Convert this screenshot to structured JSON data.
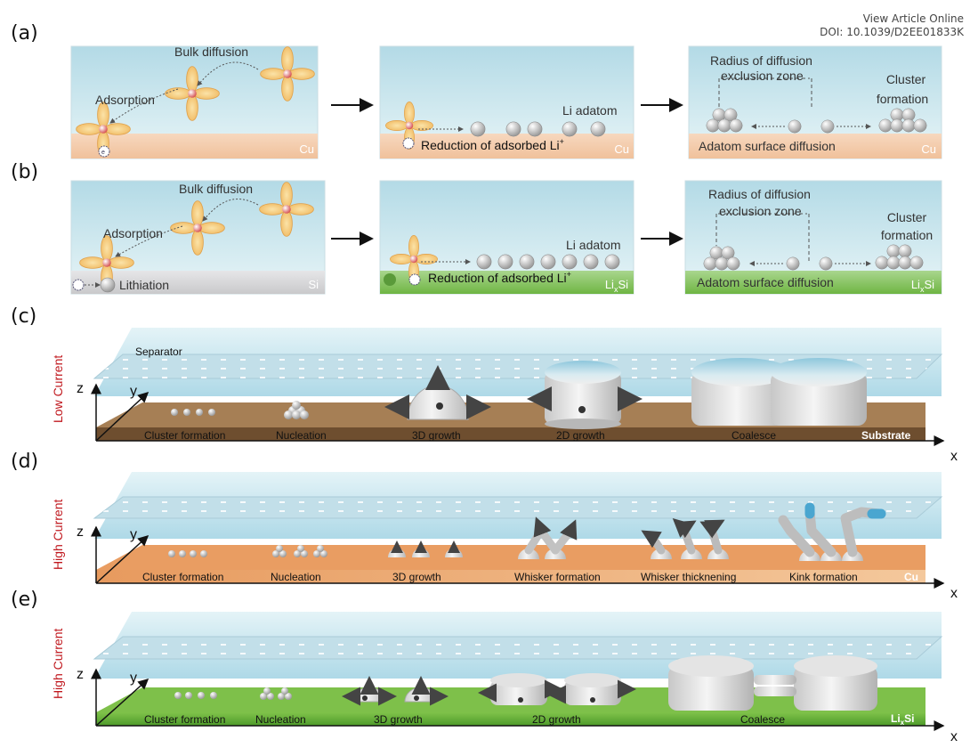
{
  "header": {
    "view_article": "View Article Online",
    "doi": "DOI: 10.1039/D2EE01833K"
  },
  "panels": {
    "a": {
      "letter": "(a)",
      "box1": {
        "bulk": "Bulk diffusion",
        "adsorption": "Adsorption",
        "substrate": "Cu"
      },
      "box2": {
        "adatom": "Li adatom",
        "reduction": "Reduction of adsorbed Li",
        "plus": "+",
        "substrate": "Cu"
      },
      "box3": {
        "radius1": "Radius of diffusion",
        "radius2": "exclusion zone",
        "cluster1": "Cluster",
        "cluster2": "formation",
        "surface": "Adatom surface diffusion",
        "substrate": "Cu"
      }
    },
    "b": {
      "letter": "(b)",
      "box1": {
        "bulk": "Bulk diffusion",
        "adsorption": "Adsorption",
        "lithiation": "Lithiation",
        "substrate": "Si"
      },
      "box2": {
        "adatom": "Li adatom",
        "reduction": "Reduction of adsorbed Li",
        "plus": "+",
        "sub_li": "Li",
        "sub_x": "x",
        "sub_si": "Si"
      },
      "box3": {
        "radius1": "Radius of diffusion",
        "radius2": "exclusion zone",
        "cluster1": "Cluster",
        "cluster2": "formation",
        "surface": "Adatom surface diffusion",
        "sub_li": "Li",
        "sub_x": "x",
        "sub_si": "Si"
      }
    },
    "c": {
      "letter": "(c)",
      "side": "Low Current",
      "separator": "Separator",
      "stages": [
        "Cluster formation",
        "Nucleation",
        "3D growth",
        "2D growth",
        "Coalesce"
      ],
      "substrate": "Substrate"
    },
    "d": {
      "letter": "(d)",
      "side": "High Current",
      "stages": [
        "Cluster formation",
        "Nucleation",
        "3D growth",
        "Whisker formation",
        "Whisker thicknening",
        "Kink formation"
      ],
      "substrate": "Cu"
    },
    "e": {
      "letter": "(e)",
      "side": "High Current",
      "stages": [
        "Cluster formation",
        "Nucleation",
        "3D growth",
        "2D growth",
        "Coalesce"
      ],
      "sub_li": "Li",
      "sub_x": "x",
      "sub_si": "Si"
    }
  },
  "axes": {
    "x": "x",
    "y": "y",
    "z": "z"
  },
  "colors": {
    "electrolyte": "#c9e6ee",
    "cu": "#f2c9a9",
    "si": "#d9d9db",
    "lixsi": "#8cc46a",
    "low_current_substrate": "#a47c54",
    "high_current_cu": "#e8a066",
    "green": "#6fb543",
    "red_label": "#c0181e",
    "particle": "#d2d2d2"
  }
}
